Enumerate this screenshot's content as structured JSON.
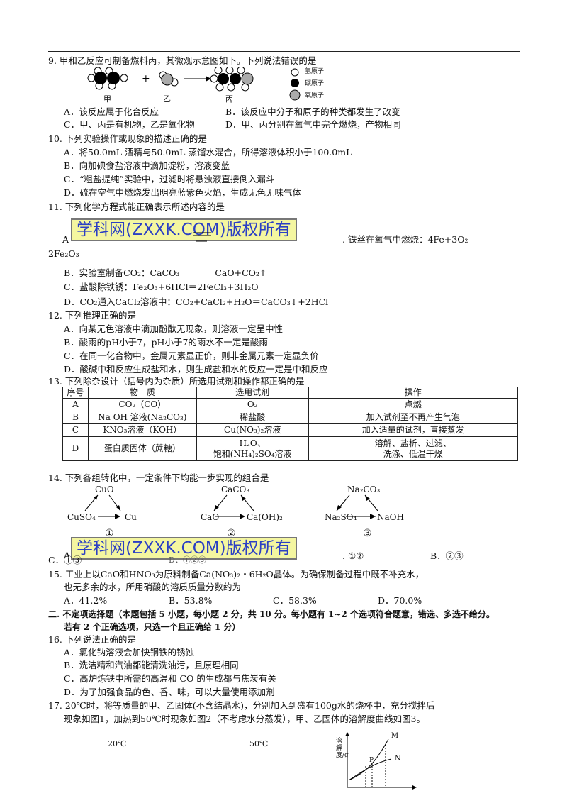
{
  "q9": {
    "stem": "9. 甲和乙反应可制备燃料丙，其微观示意图如下。下列说法错误的是",
    "labels": [
      "甲",
      "乙",
      "丙"
    ],
    "legend": [
      "氢原子",
      "碳原子",
      "氧原子"
    ],
    "options": [
      "A．该反应属于化合反应",
      "B．该反应中分子和原子的种类都发生了改变",
      "C．甲、丙是有机物，乙是氧化物",
      "D．甲、丙分别在氧气中完全燃烧，产物相同"
    ]
  },
  "q10": {
    "stem": "10. 下列实验操作或现象的描述正确的是",
    "options": [
      "A．将50.0mL 酒精与50.0mL 蒸馏水混合，所得溶液体积小于100.0mL",
      "B．向加碘食盐溶液中滴加淀粉，溶液变蓝",
      "C．“粗盐提纯”实验中，过滤时将悬浊液直接倒入漏斗",
      "D．硫在空气中燃烧发出明亮蓝紫色火焰，生成无色无味气体"
    ]
  },
  "q11": {
    "stem": "11. 下列化学方程式能正确表示所述内容的是",
    "optA_prefix": "A",
    "optA_right": ". 铁丝在氧气中燃烧：4Fe+3O₂",
    "optA_cont": "2Fe₂O₃",
    "options": [
      "B．实验室制备CO₂：CaCO₃　　　　CaO+CO₂↑",
      "C．盐酸除铁锈：Fe₂O₃+6HCl＝2FeCl₃+3H₂O",
      "D．CO₂通入CaCl₂溶液中：CO₂+CaCl₂+H₂O＝CaCO₃↓+2HCl"
    ]
  },
  "q12": {
    "stem": "12. 下列推理正确的是",
    "options": [
      "A．向某无色溶液中滴加酚酞无现象，则溶液一定呈中性",
      "B．酸雨的pH小于7，pH小于7的雨水不一定是酸雨",
      "C．在同一化合物中，金属元素显正价，则非金属元素一定显负价",
      "D．酸碱中和反应生成盐和水，则生成盐和水的反应一定是中和反应"
    ]
  },
  "q13": {
    "stem": "13. 下列除杂设计（括号内为杂质）所选用试剂和操作都正确的是",
    "headers": [
      "序号",
      "物　质",
      "选用试剂",
      "操作"
    ],
    "rows": [
      [
        "A",
        "CO₂（CO）",
        "O₂",
        "点燃"
      ],
      [
        "B",
        "Na OH 溶液(Na₂CO₃)",
        "稀盐酸",
        "加入试剂至不再产生气泡"
      ],
      [
        "C",
        "KNO₃溶液（KOH）",
        "Cu(NO₃)₂溶液",
        "加入适量的试剂，直接蒸发"
      ],
      [
        "D",
        "蛋白质固体（蔗糖）",
        "H₂O、|饱和(NH₄)₂SO₄溶液",
        "溶解、盐析、过滤、|洗涤、低温干燥"
      ]
    ]
  },
  "q14": {
    "stem": "14. 下列各组转化中，一定条件下均能一步实现的组合是",
    "groups": [
      {
        "top": "CuO",
        "left": "CuSO₄",
        "right": "Cu",
        "num": "①"
      },
      {
        "top": "CaCO₃",
        "left": "CaO",
        "right": "Ca(OH)₂",
        "num": "②"
      },
      {
        "top": "Na₂CO₃",
        "left": "Na₂SO₄",
        "right": "NaOH",
        "num": "③"
      }
    ],
    "optA_prefix": "A",
    "optB": ". ①②",
    "optC": "B．②③",
    "optC2": "C．①③",
    "optD": "D．①②③"
  },
  "q15": {
    "stem1": "15. 工业上以CaO和HNO₃为原料制备Ca(NO₃)₂・6H₂O晶体。为确保制备过程中既不补充水，",
    "stem2": "也无多余的水，所用硝酸的溶质质量分数约为",
    "options": [
      "A．41.2%",
      "B．53.8%",
      "C．58.3%",
      "D．70.0%"
    ]
  },
  "section2": {
    "line1": "二. 不定项选择题（本题包括 5 小题，每小题 2 分，共 10 分。每小题有 1~2 个选项符合题意，错选、多选不给分。",
    "line2": "若有 2 个正确选项，只选一个且正确给 1 分）"
  },
  "q16": {
    "stem": "16. 下列说法正确的是",
    "options": [
      "A．氯化钠溶液会加快钢铁的锈蚀",
      "B．洗洁精和汽油都能清洗油污，且原理相同",
      "C．高炉炼铁中所需的高温和 CO 的生成都与焦炭有关",
      "D．为了加强食品的色、香、味，可以大量使用添加剂"
    ]
  },
  "q17": {
    "stem1": "17. 20℃时，将等质量的甲、乙固体(不含结晶水)，分别加入到盛有100g水的烧杯中，充分搅拌后",
    "stem2": "现象如图1，加热到50℃时现象如图2（不考虑水分蒸发），甲、乙固体的溶解度曲线如图3。",
    "temp1": "20℃",
    "temp2": "50℃",
    "graph": {
      "ylabel": "溶解度/g",
      "labels": [
        "M",
        "N",
        "P"
      ]
    }
  },
  "watermark": "学科网(ZXXK.COM)版权所有"
}
